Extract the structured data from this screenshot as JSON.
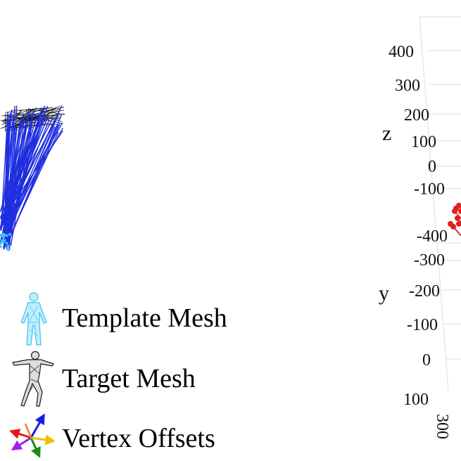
{
  "legend": {
    "items": [
      {
        "label": "Template Mesh",
        "icon": "template-mesh-icon",
        "color": "#40c4f0"
      },
      {
        "label": "Target Mesh",
        "icon": "target-mesh-icon",
        "color": "#222222"
      },
      {
        "label": "Vertex Offsets",
        "icon": "vertex-offsets-icon",
        "colors": [
          "#1a1ae6",
          "#e61a1a",
          "#1a8a1a",
          "#f0c000",
          "#a020f0"
        ]
      }
    ]
  },
  "plot3d": {
    "z_axis": {
      "title": "z",
      "ticks": [
        "400",
        "300",
        "200",
        "100",
        "0",
        "-100"
      ]
    },
    "y_axis": {
      "title": "y",
      "ticks": [
        "-400",
        "-300",
        "-200",
        "-100",
        "0",
        "100"
      ]
    },
    "x_axis": {
      "ticks": [
        "300"
      ]
    },
    "colors": {
      "lines": "#1f2ee0",
      "target_mesh": "#111111",
      "template_points": "#30c8f0",
      "red_points": "#e02020",
      "grid": "#dddddd"
    }
  }
}
